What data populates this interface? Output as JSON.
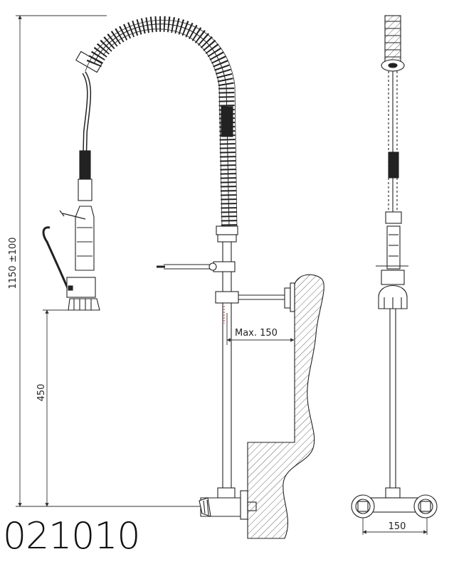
{
  "product_code": "021010",
  "dimensions": {
    "total_height": "1150 ±100",
    "outlet_height": "450",
    "arm_reach": "Max. 150",
    "inlet_spacing": "150"
  },
  "colors": {
    "line": "#222222",
    "wall_hatch": "#444444",
    "dim_line": "#333333",
    "accent_mark": "#cc3333"
  }
}
